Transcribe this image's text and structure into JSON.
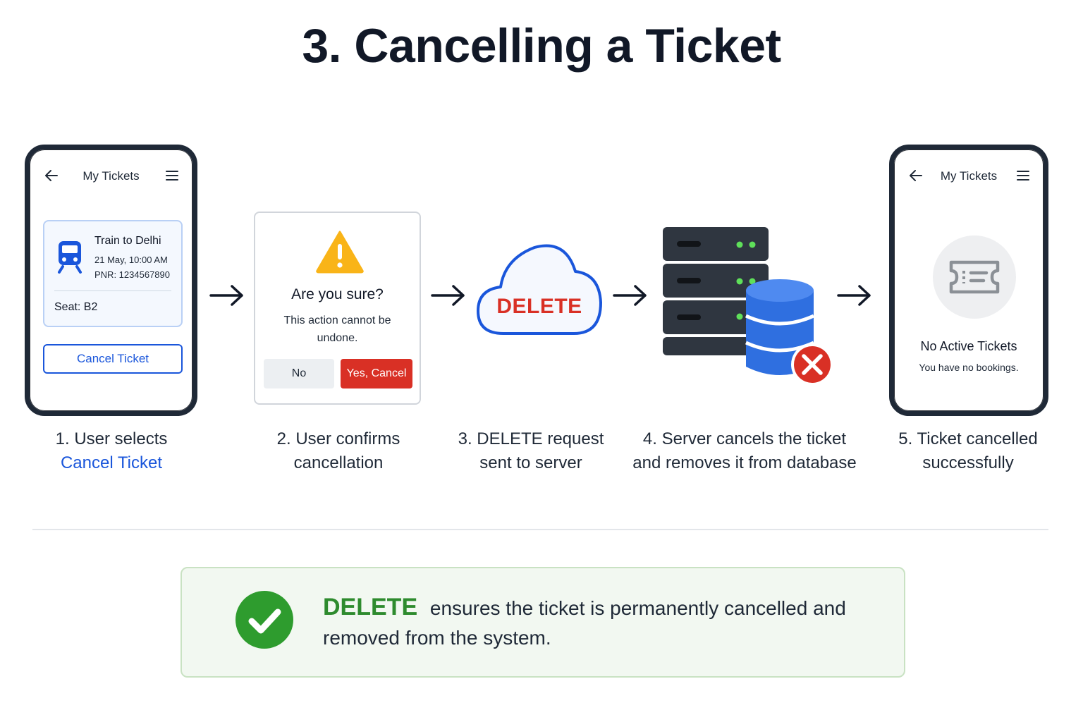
{
  "title": "3. Cancelling a Ticket",
  "step1": {
    "phone_title": "My Tickets",
    "ticket": {
      "name": "Train to Delhi",
      "date": "21 May, 10:00 AM",
      "pnr": "PNR: 1234567890",
      "seat": "Seat: B2"
    },
    "button_label": "Cancel Ticket",
    "caption_line1": "1. User selects",
    "caption_highlight": "Cancel Ticket"
  },
  "step2": {
    "dialog_title": "Are you sure?",
    "dialog_body": "This action cannot be undone.",
    "no_label": "No",
    "yes_label": "Yes, Cancel",
    "caption_line1": "2. User confirms",
    "caption_line2": "cancellation"
  },
  "step3": {
    "cloud_label": "DELETE",
    "caption_line1": "3. DELETE request",
    "caption_line2": "sent to server"
  },
  "step4": {
    "caption_line1": "4. Server cancels the ticket",
    "caption_line2": "and removes it from database"
  },
  "step5": {
    "phone_title": "My Tickets",
    "empty_title": "No Active Tickets",
    "empty_sub": "You have no bookings.",
    "caption_line1": "5. Ticket cancelled",
    "caption_line2": "successfully"
  },
  "note": {
    "keyword": "DELETE",
    "text": "ensures the ticket is permanently cancelled and removed from the system."
  },
  "colors": {
    "accent_blue": "#1a56db",
    "danger_red": "#d93025",
    "success_green": "#2e8b2e",
    "warning_yellow": "#f9b418",
    "server_dark": "#2f3640",
    "db_blue": "#2f6fe0"
  },
  "icons": [
    "back-arrow-icon",
    "menu-icon",
    "train-icon",
    "warning-icon",
    "cloud-icon",
    "server-icon",
    "database-icon",
    "error-icon",
    "ticket-icon",
    "arrow-right-icon",
    "check-circle-icon"
  ]
}
